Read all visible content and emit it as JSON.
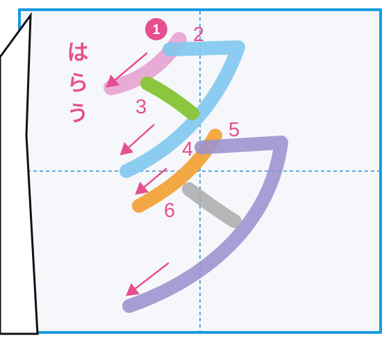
{
  "diagram": {
    "character": "多",
    "harau_label": "はらう",
    "stroke_numbers": [
      "1",
      "2",
      "3",
      "4",
      "5",
      "6"
    ]
  },
  "colors": {
    "frame_border": "#1a9be0",
    "guide_line": "#2f8fd0",
    "paper": "#f6f7fa",
    "accent_pink": "#e64f8f",
    "stroke_1": "#e7a6d3",
    "stroke_2": "#82c6f0",
    "stroke_3": "#8cc63f",
    "stroke_4": "#f2a33a",
    "stroke_5": "#9b92cf",
    "stroke_6": "#aaaaaa"
  },
  "icons": [
    "arrow-icon",
    "speech-bubble-outline"
  ]
}
